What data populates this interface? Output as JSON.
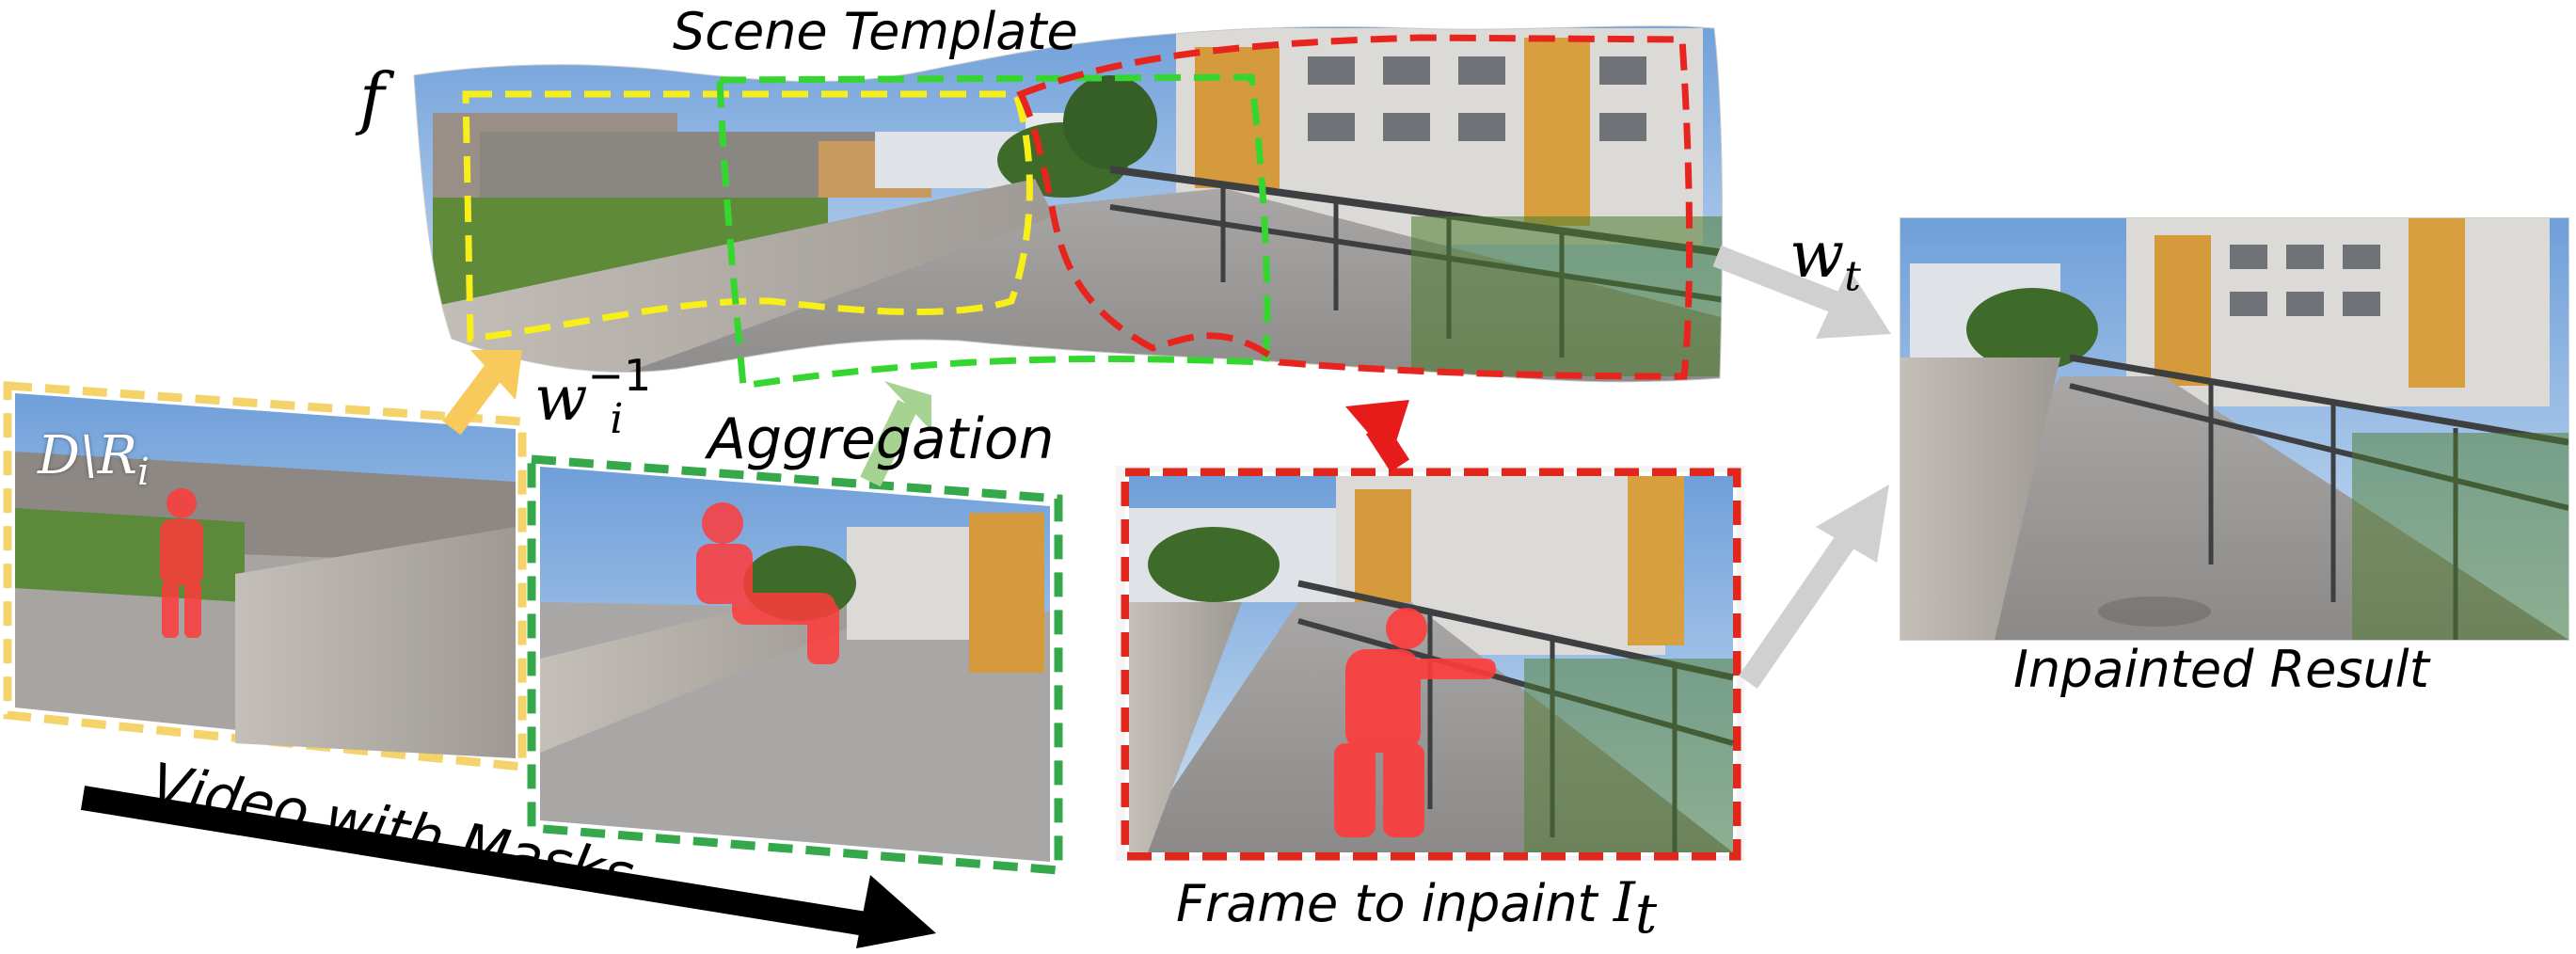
{
  "labels": {
    "scene_template": "Scene Template",
    "f": "f",
    "aggregation": "Aggregation",
    "inpainted_result": "Inpainted Result",
    "frame_to_inpaint_text": "Frame to inpaint",
    "frame_to_inpaint_symbol": "I",
    "frame_to_inpaint_subscript": "t",
    "video_with_masks": "Video with Masks",
    "w_inverse_base": "w",
    "w_inverse_sub": "i",
    "w_inverse_sup": "−1",
    "w_t_base": "w",
    "w_t_sub": "t",
    "mask_region_base": "D\\R",
    "mask_region_sub": "i"
  },
  "colors": {
    "yellow_frame": "#f3d36a",
    "green_frame": "#34a84a",
    "red_frame": "#e1261c",
    "yellow_box": "#f7ee1a",
    "green_box": "#36d631",
    "red_box": "#e8241f",
    "yellow_arrow": "#f8c95b",
    "green_arrow": "#a7d392",
    "red_arrow": "#e81b1b",
    "gray_arrow": "#d0d0d0",
    "person_mask": "#ff3b3b"
  }
}
